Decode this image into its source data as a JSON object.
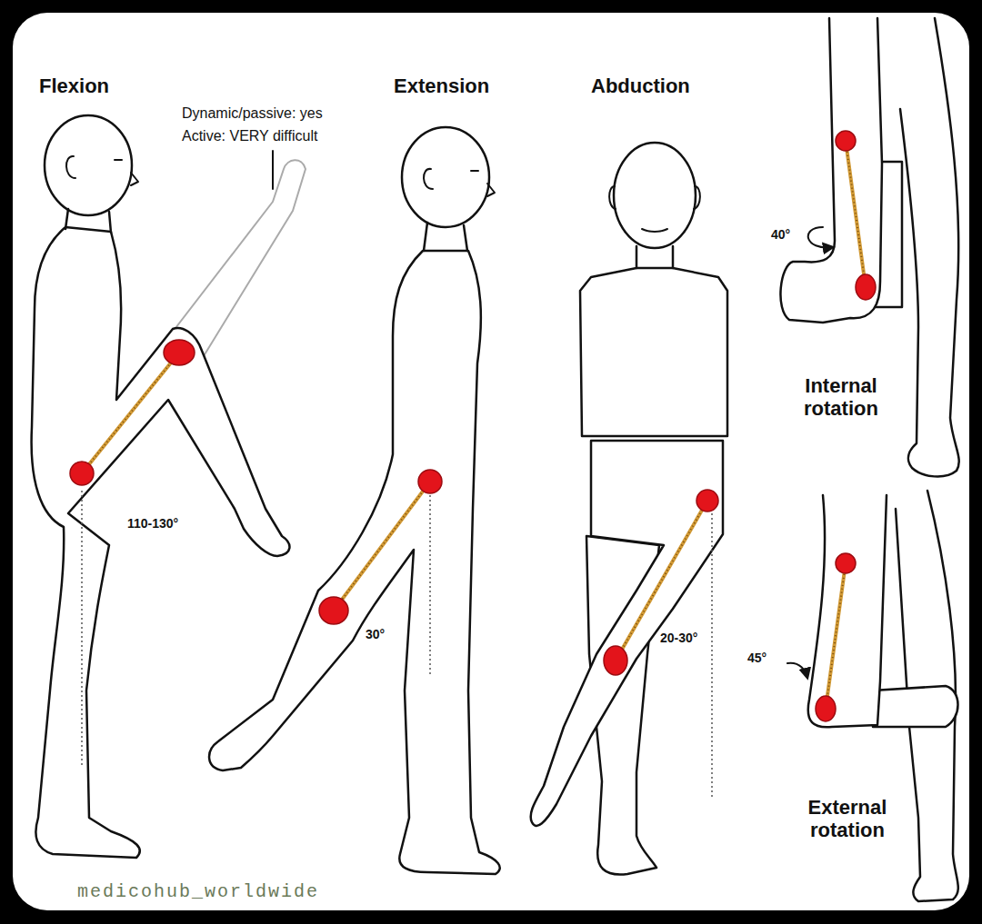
{
  "diagram": {
    "labels": [
      "Flexion",
      "Dynamic/passive: yes",
      "Active: VERY difficult",
      "110-130°",
      "Extension",
      "30°",
      "Abduction",
      "20-30°",
      "40°",
      "Internal rotation",
      "45°",
      "External rotation",
      "medicohub_worldwide"
    ]
  }
}
